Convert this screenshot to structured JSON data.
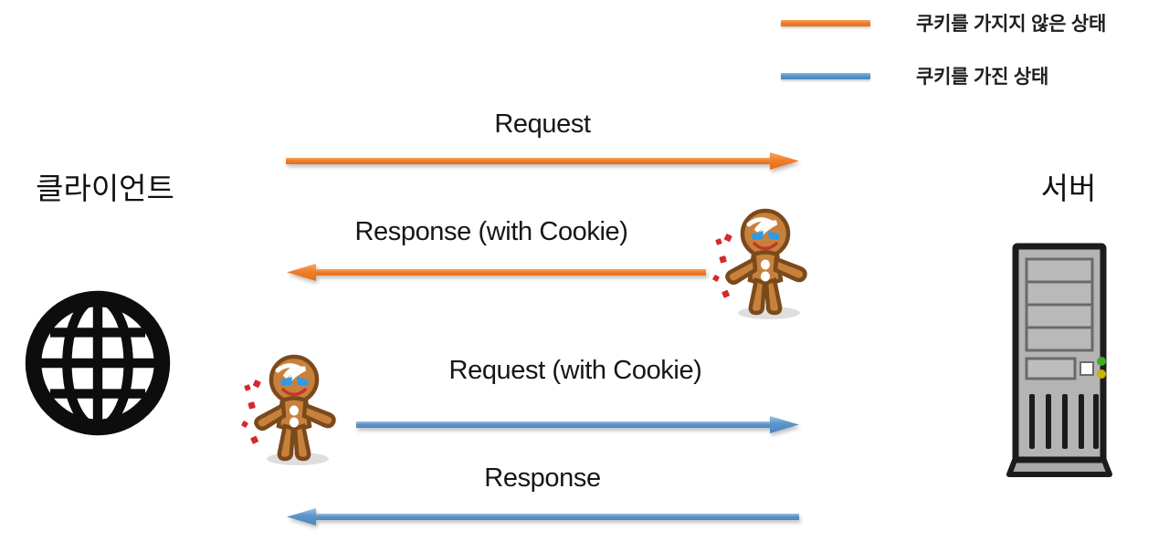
{
  "diagram": {
    "title_present": false,
    "background_color": "#ffffff",
    "legend": {
      "items": [
        {
          "label": "쿠키를 가지지 않은 상태",
          "color": "#ED7D31",
          "line_name": "legend-line-orange"
        },
        {
          "label": "쿠키를 가진 상태",
          "color": "#5B94C8",
          "line_name": "legend-line-blue"
        }
      ]
    },
    "endpoints": [
      {
        "label": "클라이언트",
        "icon": "globe-icon",
        "side": "left"
      },
      {
        "label": "서버",
        "icon": "server-tower-icon",
        "side": "right"
      }
    ],
    "flows": [
      {
        "label": "Request",
        "direction": "right",
        "color": "#ED7D31",
        "state": "no-cookie"
      },
      {
        "label": "Response (with Cookie)",
        "direction": "left",
        "color": "#ED7D31",
        "state": "no-cookie"
      },
      {
        "label": "Request (with Cookie)",
        "direction": "right",
        "color": "#5B94C8",
        "state": "with-cookie"
      },
      {
        "label": "Response",
        "direction": "left",
        "color": "#5B94C8",
        "state": "with-cookie"
      }
    ],
    "characters": [
      {
        "name": "gingerbread-cookie-icon",
        "position": "near-server-response"
      },
      {
        "name": "gingerbread-cookie-icon",
        "position": "near-client-request"
      }
    ],
    "colors": {
      "orange": "#ED7D31",
      "orange_light": "#F5A05A",
      "blue": "#5B94C8",
      "blue_light": "#8FB8DD",
      "text": "#161616",
      "globe": "#111111",
      "server_body": "#A8A8A8",
      "server_outline": "#1c1c1c",
      "led_green": "#3fae22",
      "led_yellow": "#c9b400",
      "cookie_body": "#C8813C",
      "cookie_outline": "#7A4A1C",
      "cookie_eye": "#2E9BE8",
      "cookie_crumb": "#D42A2A"
    }
  }
}
